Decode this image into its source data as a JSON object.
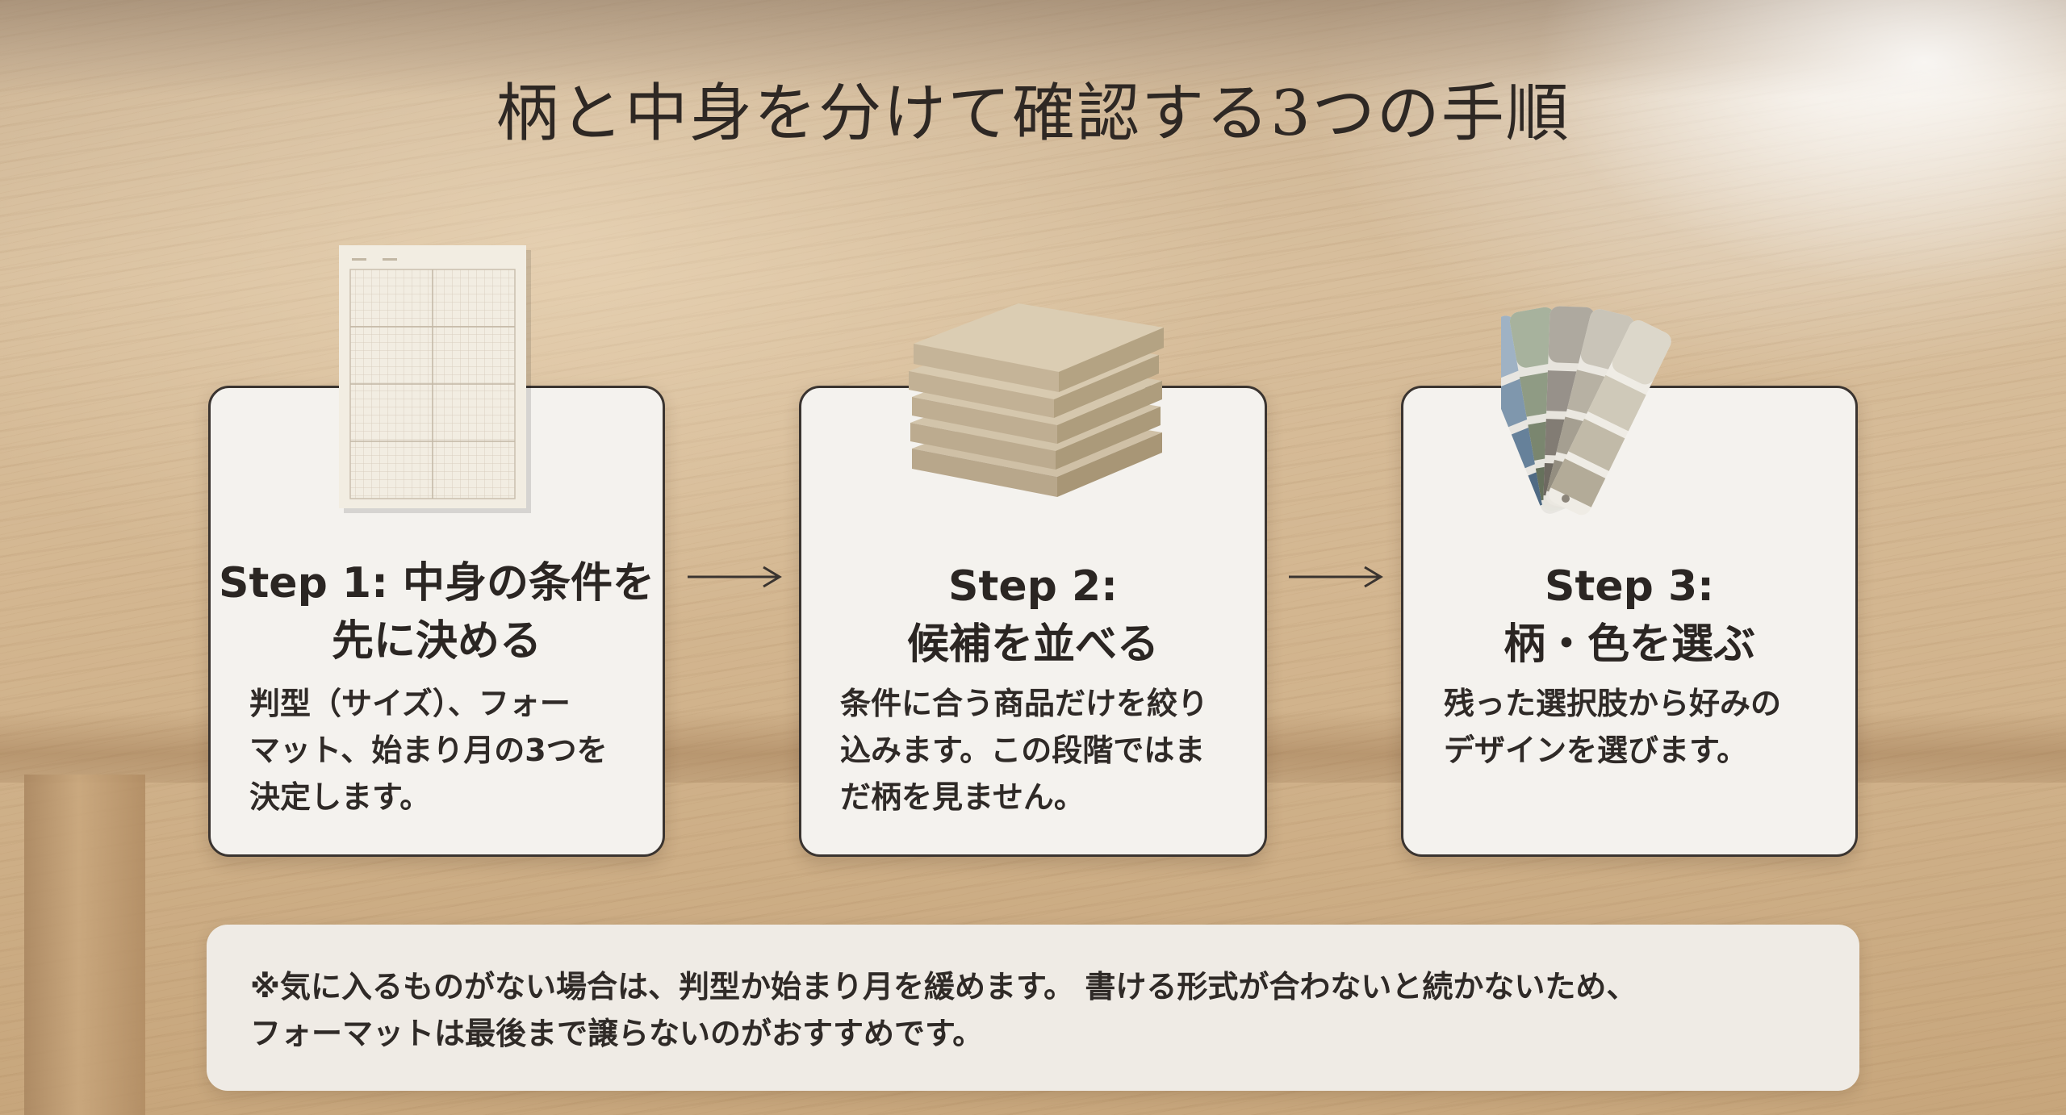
{
  "title": "柄と中身を分けて確認する3つの手順",
  "steps": [
    {
      "title": "Step 1: 中身の条件を\n先に決める",
      "description": "判型（サイズ）、フォー\nマット、始まり月の3つを\n決定します。",
      "illustration": "grid-paper-icon"
    },
    {
      "title": "Step 2:\n候補を並べる",
      "description": "条件に合う商品だけを絞り\n込みます。この段階ではま\nだ柄を見ません。",
      "illustration": "book-stack-icon"
    },
    {
      "title": "Step 3:\n柄・色を選ぶ",
      "description": "残った選択肢から好みの\nデザインを選びます。",
      "illustration": "color-swatch-fan-icon"
    }
  ],
  "note": "※気に入るものがない場合は、判型か始まり月を緩めます。 書ける形式が合わないと続かないため、\nフォーマットは最後まで譲らないのがおすすめです。",
  "colors": {
    "card_background": "#f4f2ee",
    "card_border": "#3a3430",
    "text": "#2b2623",
    "swatch_blue": "#8aa0b6",
    "swatch_green": "#98a48c",
    "swatch_gray": "#a6a096",
    "swatch_beige": "#c8c2b2"
  }
}
